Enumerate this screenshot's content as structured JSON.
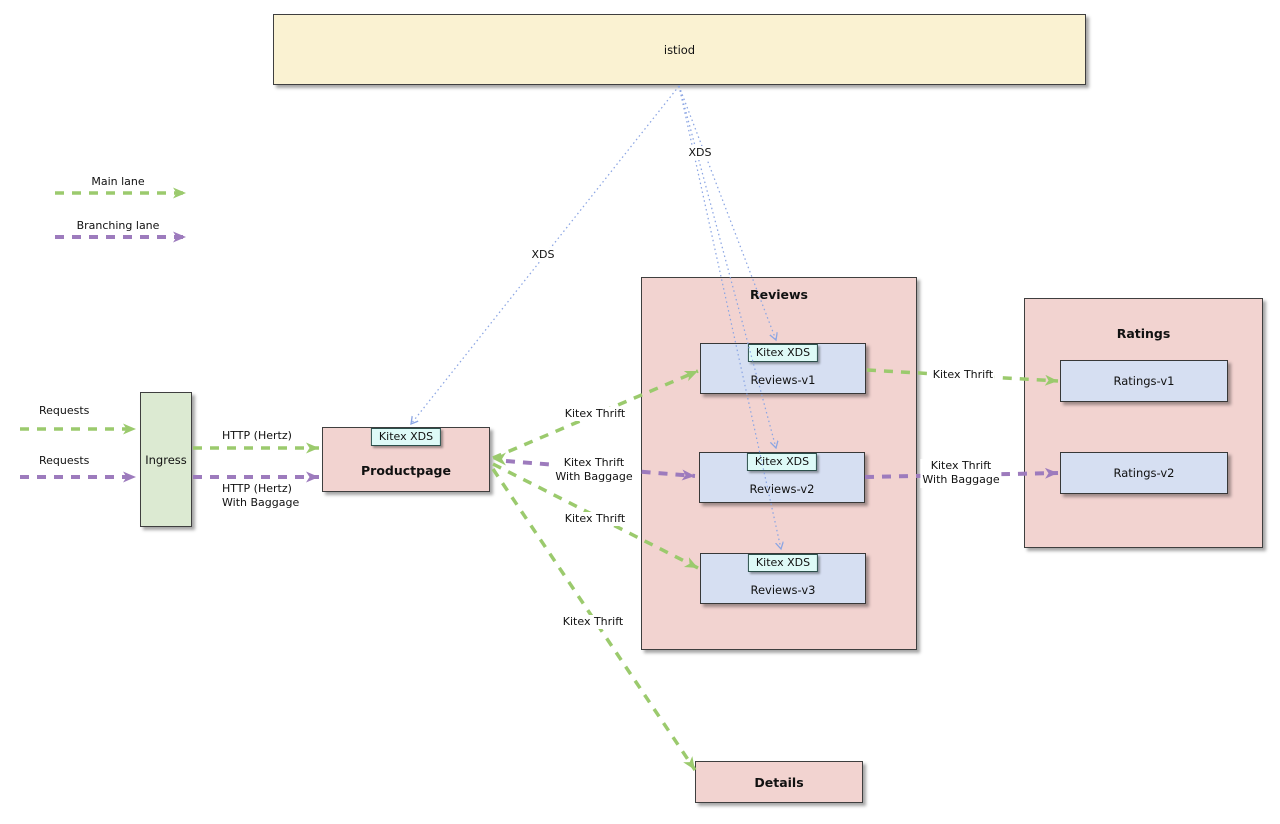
{
  "nodes": {
    "istiod": {
      "label": "istiod"
    },
    "ingress": {
      "label": "Ingress"
    },
    "productpage": {
      "label": "Productpage"
    },
    "reviews": {
      "title": "Reviews",
      "v1": "Reviews-v1",
      "v2": "Reviews-v2",
      "v3": "Reviews-v3"
    },
    "ratings": {
      "title": "Ratings",
      "v1": "Ratings-v1",
      "v2": "Ratings-v2"
    },
    "details": {
      "label": "Details"
    }
  },
  "badges": {
    "kitex_xds": "Kitex XDS"
  },
  "legend": {
    "main": "Main lane",
    "branching": "Branching lane"
  },
  "edge_labels": {
    "requests_main": "Requests",
    "requests_branching": "Requests",
    "http_hertz": "HTTP (Hertz)",
    "http_hertz_baggage": "HTTP (Hertz)\nWith Baggage",
    "xds_to_productpage": "XDS",
    "xds_to_reviews": "XDS",
    "thrift_to_reviews_v1": "Kitex Thrift",
    "thrift_baggage_to_reviews_v2": "Kitex Thrift\nWith Baggage",
    "thrift_to_reviews_v3": "Kitex Thrift",
    "thrift_to_details": "Kitex Thrift",
    "thrift_to_ratings_v1": "Kitex Thrift",
    "thrift_baggage_to_ratings_v2": "Kitex Thrift\nWith Baggage"
  },
  "colors": {
    "main_lane": "#9bca6d",
    "branching_lane": "#9d7bbd",
    "xds_line": "#8ba5e3",
    "istiod_fill": "#faf2d2",
    "ingress_fill": "#dcead2",
    "service_fill": "#f2d3d0",
    "version_fill": "#d6dff2",
    "badge_fill": "#defaf7"
  }
}
